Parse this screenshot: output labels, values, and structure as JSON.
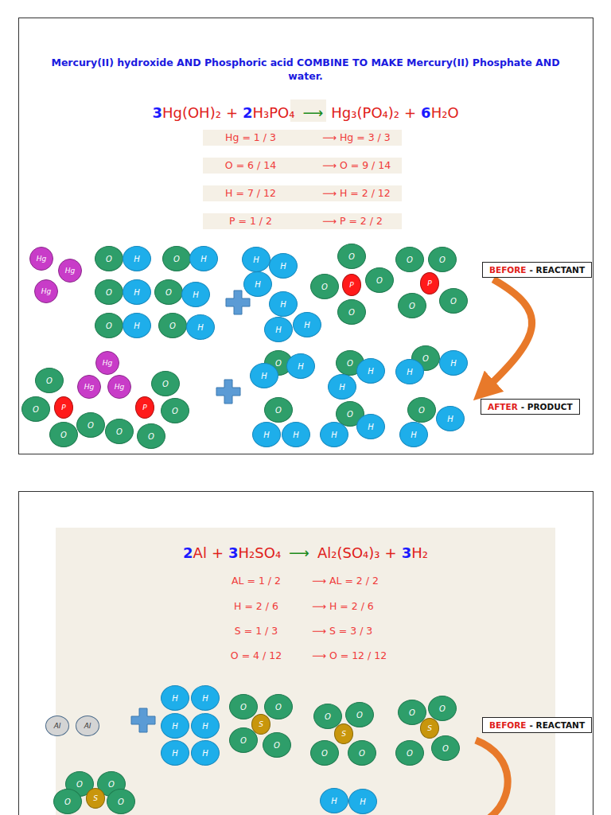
{
  "diagram": {
    "nodes": [
      {
        "text": [
          "Hg"
        ]
      },
      {
        "text": [
          "Hg"
        ]
      },
      {
        "text": [
          "Hg"
        ]
      },
      {
        "text": [
          "O"
        ]
      },
      {
        "text": [
          "H"
        ]
      },
      {
        "text": [
          "O"
        ]
      },
      {
        "text": [
          "H"
        ]
      },
      {
        "text": [
          "O"
        ]
      },
      {
        "text": [
          "H"
        ]
      },
      {
        "text": [
          "O"
        ]
      },
      {
        "text": [
          "H"
        ]
      },
      {
        "text": [
          "O"
        ]
      },
      {
        "text": [
          "H"
        ]
      },
      {
        "text": [
          "O"
        ]
      },
      {
        "text": [
          "H"
        ]
      },
      {
        "text": [
          "H"
        ]
      },
      {
        "text": [
          "H"
        ]
      },
      {
        "text": [
          "H"
        ]
      },
      {
        "text": [
          "H"
        ]
      },
      {
        "text": [
          "H"
        ]
      },
      {
        "text": [
          "H"
        ]
      },
      {
        "text": [
          "O"
        ]
      },
      {
        "text": [
          "O"
        ]
      },
      {
        "text": [
          "P"
        ]
      },
      {
        "text": [
          "O"
        ]
      },
      {
        "text": [
          "O"
        ]
      },
      {
        "text": [
          "O"
        ]
      },
      {
        "text": [
          "O"
        ]
      },
      {
        "text": [
          "P"
        ]
      },
      {
        "text": [
          "O"
        ]
      },
      {
        "text": [
          "O"
        ]
      },
      {
        "text": [
          "BEFORE",
          "- REACTANT"
        ]
      },
      {
        "text": [
          "Hg"
        ]
      },
      {
        "text": [
          "Hg"
        ]
      },
      {
        "text": [
          "Hg"
        ]
      },
      {
        "text": [
          "O"
        ]
      },
      {
        "text": [
          "O"
        ]
      },
      {
        "text": [
          "P"
        ]
      },
      {
        "text": [
          "O"
        ]
      },
      {
        "text": [
          "O"
        ]
      },
      {
        "text": [
          "P"
        ]
      },
      {
        "text": [
          "O"
        ]
      },
      {
        "text": [
          "O"
        ]
      },
      {
        "text": [
          "O"
        ]
      },
      {
        "text": [
          "O"
        ]
      },
      {
        "text": [
          "O"
        ]
      },
      {
        "text": [
          "H"
        ]
      },
      {
        "text": [
          "H"
        ]
      },
      {
        "text": [
          "O"
        ]
      },
      {
        "text": [
          "H"
        ]
      },
      {
        "text": [
          "H"
        ]
      },
      {
        "text": [
          "O"
        ]
      },
      {
        "text": [
          "H"
        ]
      },
      {
        "text": [
          "H"
        ]
      },
      {
        "text": [
          "O"
        ]
      },
      {
        "text": [
          "H"
        ]
      },
      {
        "text": [
          "H"
        ]
      },
      {
        "text": [
          "O"
        ]
      },
      {
        "text": [
          "H"
        ]
      },
      {
        "text": [
          "H"
        ]
      },
      {
        "text": [
          "O"
        ]
      },
      {
        "text": [
          "H"
        ]
      },
      {
        "text": [
          "H"
        ]
      },
      {
        "text": [
          "AFTER",
          "- PRODUCT"
        ]
      },
      {
        "text": [
          "Al"
        ]
      },
      {
        "text": [
          "Al"
        ]
      },
      {
        "text": [
          "H"
        ]
      },
      {
        "text": [
          "H"
        ]
      },
      {
        "text": [
          "H"
        ]
      },
      {
        "text": [
          "H"
        ]
      },
      {
        "text": [
          "H"
        ]
      },
      {
        "text": [
          "H"
        ]
      },
      {
        "text": [
          "O"
        ]
      },
      {
        "text": [
          "O"
        ]
      },
      {
        "text": [
          "S"
        ]
      },
      {
        "text": [
          "O"
        ]
      },
      {
        "text": [
          "O"
        ]
      },
      {
        "text": [
          "O"
        ]
      },
      {
        "text": [
          "O"
        ]
      },
      {
        "text": [
          "S"
        ]
      },
      {
        "text": [
          "O"
        ]
      },
      {
        "text": [
          "O"
        ]
      },
      {
        "text": [
          "O"
        ]
      },
      {
        "text": [
          "O"
        ]
      },
      {
        "text": [
          "S"
        ]
      },
      {
        "text": [
          "O"
        ]
      },
      {
        "text": [
          "O"
        ]
      },
      {
        "text": [
          "BEFORE",
          "- REACTANT"
        ]
      },
      {
        "text": [
          "O"
        ]
      },
      {
        "text": [
          "O"
        ]
      },
      {
        "text": [
          "S"
        ]
      },
      {
        "text": [
          "O"
        ]
      },
      {
        "text": [
          "O"
        ]
      },
      {
        "text": [
          "H"
        ]
      },
      {
        "text": [
          "H"
        ]
      }
    ],
    "edges": [
      {
        "from": 31,
        "to": 63,
        "arrow": "to"
      }
    ],
    "labels": [
      "Mercury(II) hydroxide AND Phosphoric acid COMBINE TO MAKE Mercury(II) Phosphate AND water.",
      "3",
      "Hg(OH)₂",
      "+",
      "2",
      "H₃PO₄",
      "⟶",
      "Hg₃(PO₄)₂",
      "+",
      "6",
      "H₂O",
      "Hg = 1 / 3",
      "⟶ Hg = 3 / 3",
      "O = 6 / 14",
      "⟶ O = 9 / 14",
      "H = 7 / 12",
      "⟶ H = 2 / 12",
      "P = 1 / 2",
      "⟶ P = 2 / 2",
      "2",
      "Al",
      "+",
      "3",
      "H₂SO₄",
      "⟶",
      "Al₂(SO₄)₃",
      "+",
      "3",
      "H₂",
      "AL = 1 / 2",
      "⟶ AL = 2 / 2",
      "H = 2 / 6",
      "⟶ H = 2 / 6",
      "S = 1 / 3",
      "⟶ S = 3 / 3",
      "O = 4 / 12",
      "⟶ O = 12 / 12"
    ]
  }
}
